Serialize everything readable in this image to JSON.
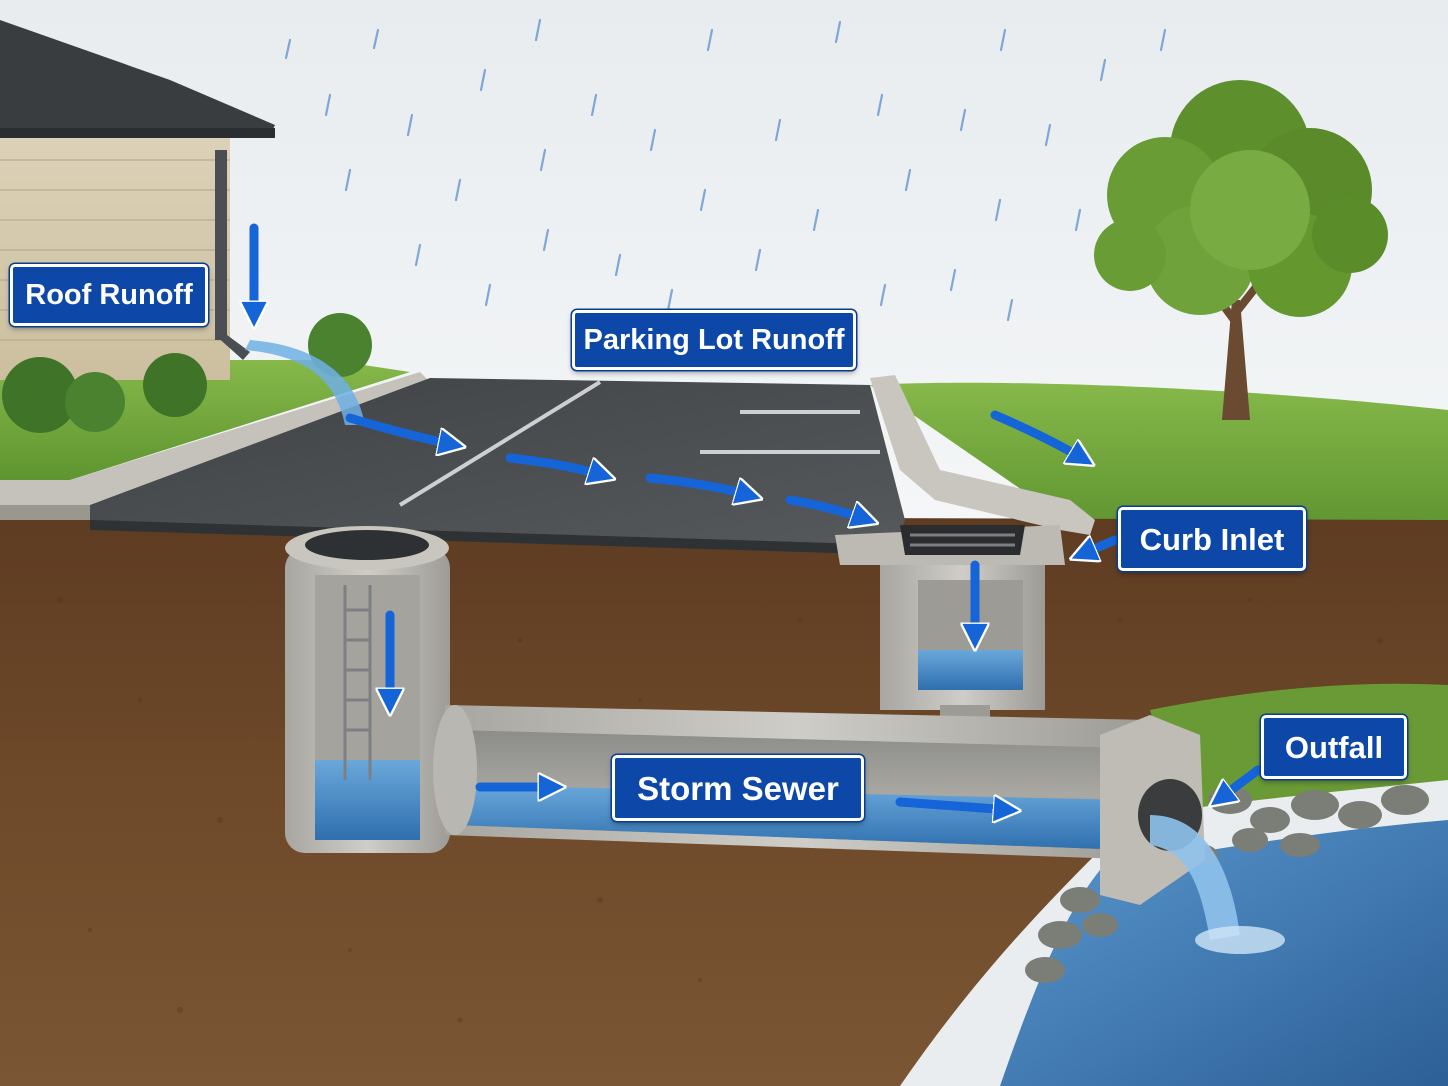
{
  "labels": {
    "roof_runoff": "Roof Runoff",
    "parking_lot_runoff": "Parking Lot Runoff",
    "curb_inlet": "Curb Inlet",
    "storm_sewer": "Storm Sewer",
    "outfall": "Outfall"
  },
  "colors": {
    "label_fill": "#0d47a8",
    "flow_arrow": "#1565d8",
    "water": "#4f90c9",
    "soil": "#6e4a2b",
    "grass": "#6fa53a",
    "asphalt": "#4d5256",
    "concrete": "#b9b7b1",
    "sky": "#eef1f3"
  }
}
